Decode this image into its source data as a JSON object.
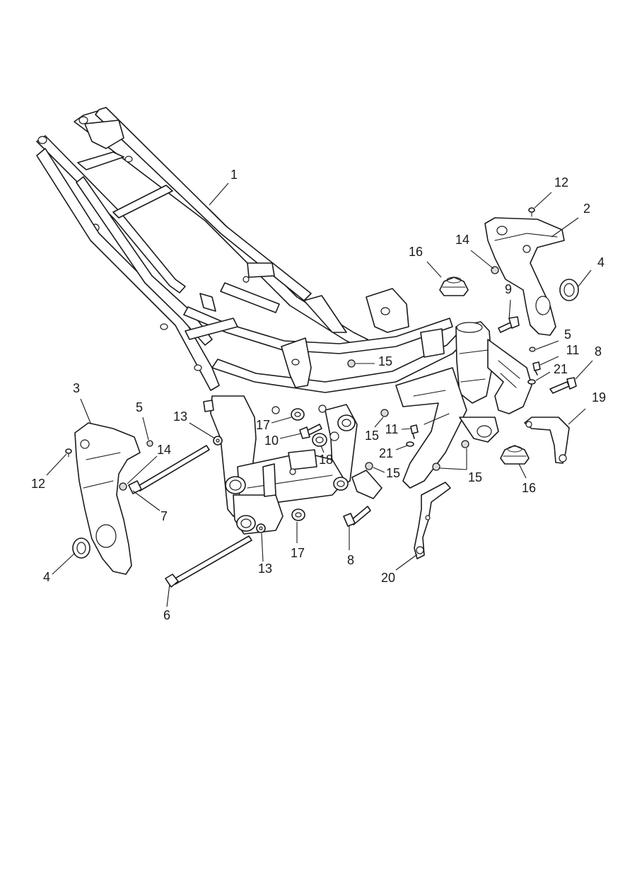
{
  "diagram": {
    "callouts": [
      {
        "id": "c1",
        "label": "1"
      },
      {
        "id": "c2",
        "label": "2"
      },
      {
        "id": "c3",
        "label": "3"
      },
      {
        "id": "c4a",
        "label": "4"
      },
      {
        "id": "c4b",
        "label": "4"
      },
      {
        "id": "c5a",
        "label": "5"
      },
      {
        "id": "c5b",
        "label": "5"
      },
      {
        "id": "c6",
        "label": "6"
      },
      {
        "id": "c7",
        "label": "7"
      },
      {
        "id": "c8a",
        "label": "8"
      },
      {
        "id": "c8b",
        "label": "8"
      },
      {
        "id": "c9",
        "label": "9"
      },
      {
        "id": "c10",
        "label": "10"
      },
      {
        "id": "c11a",
        "label": "11"
      },
      {
        "id": "c11b",
        "label": "11"
      },
      {
        "id": "c12a",
        "label": "12"
      },
      {
        "id": "c12b",
        "label": "12"
      },
      {
        "id": "c13a",
        "label": "13"
      },
      {
        "id": "c13b",
        "label": "13"
      },
      {
        "id": "c14a",
        "label": "14"
      },
      {
        "id": "c14b",
        "label": "14"
      },
      {
        "id": "c15a",
        "label": "15"
      },
      {
        "id": "c15b",
        "label": "15"
      },
      {
        "id": "c15c",
        "label": "15"
      },
      {
        "id": "c15d",
        "label": "15"
      },
      {
        "id": "c16a",
        "label": "16"
      },
      {
        "id": "c16b",
        "label": "16"
      },
      {
        "id": "c17a",
        "label": "17"
      },
      {
        "id": "c17b",
        "label": "17"
      },
      {
        "id": "c18",
        "label": "18"
      },
      {
        "id": "c19",
        "label": "19"
      },
      {
        "id": "c20",
        "label": "20"
      },
      {
        "id": "c21a",
        "label": "21"
      },
      {
        "id": "c21b",
        "label": "21"
      }
    ]
  }
}
